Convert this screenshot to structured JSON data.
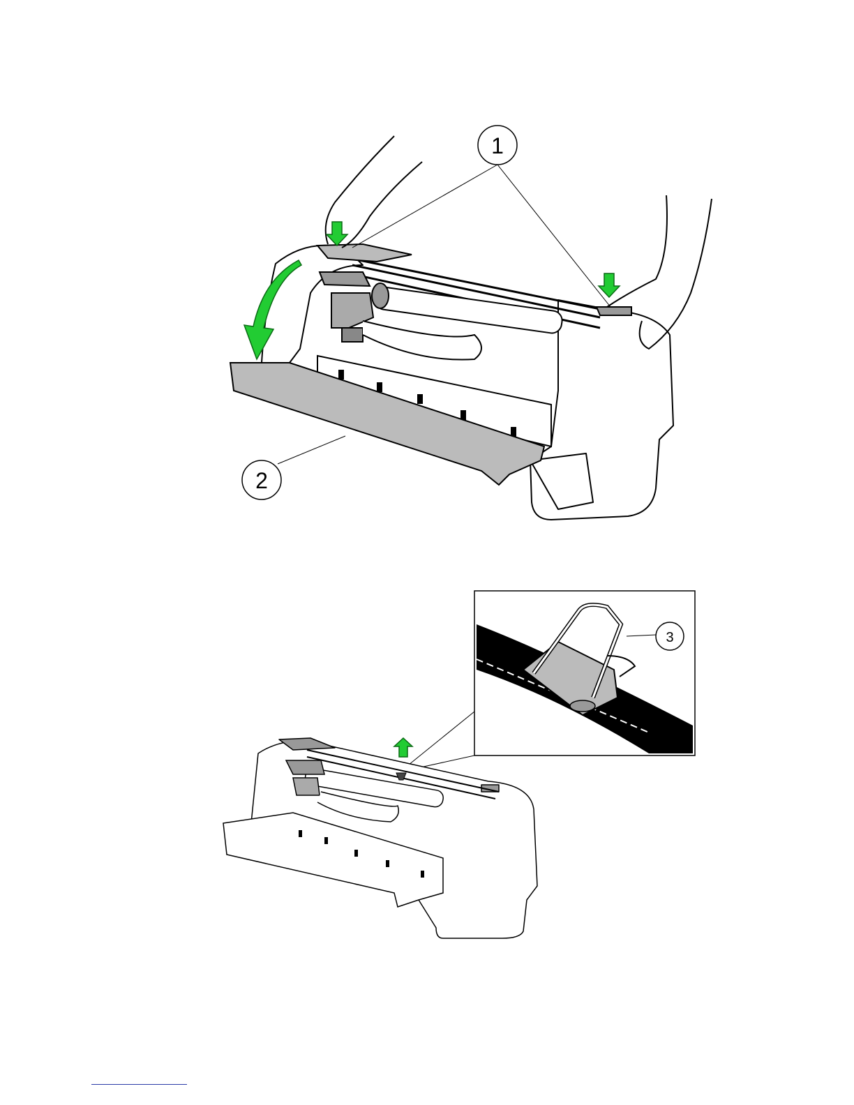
{
  "figure_top": {
    "callouts": [
      {
        "label": "1",
        "target": "cover-latches"
      },
      {
        "label": "2",
        "target": "front-cover"
      }
    ],
    "arrow_color": "#22cc33",
    "arrow_icons": [
      "down-arrow-icon",
      "down-arrow-icon",
      "curved-arrow-icon"
    ]
  },
  "figure_bottom": {
    "callouts": [
      {
        "label": "3",
        "target": "binder-clip"
      }
    ],
    "arrow_color": "#22cc33",
    "arrow_icons": [
      "up-arrow-icon"
    ]
  }
}
